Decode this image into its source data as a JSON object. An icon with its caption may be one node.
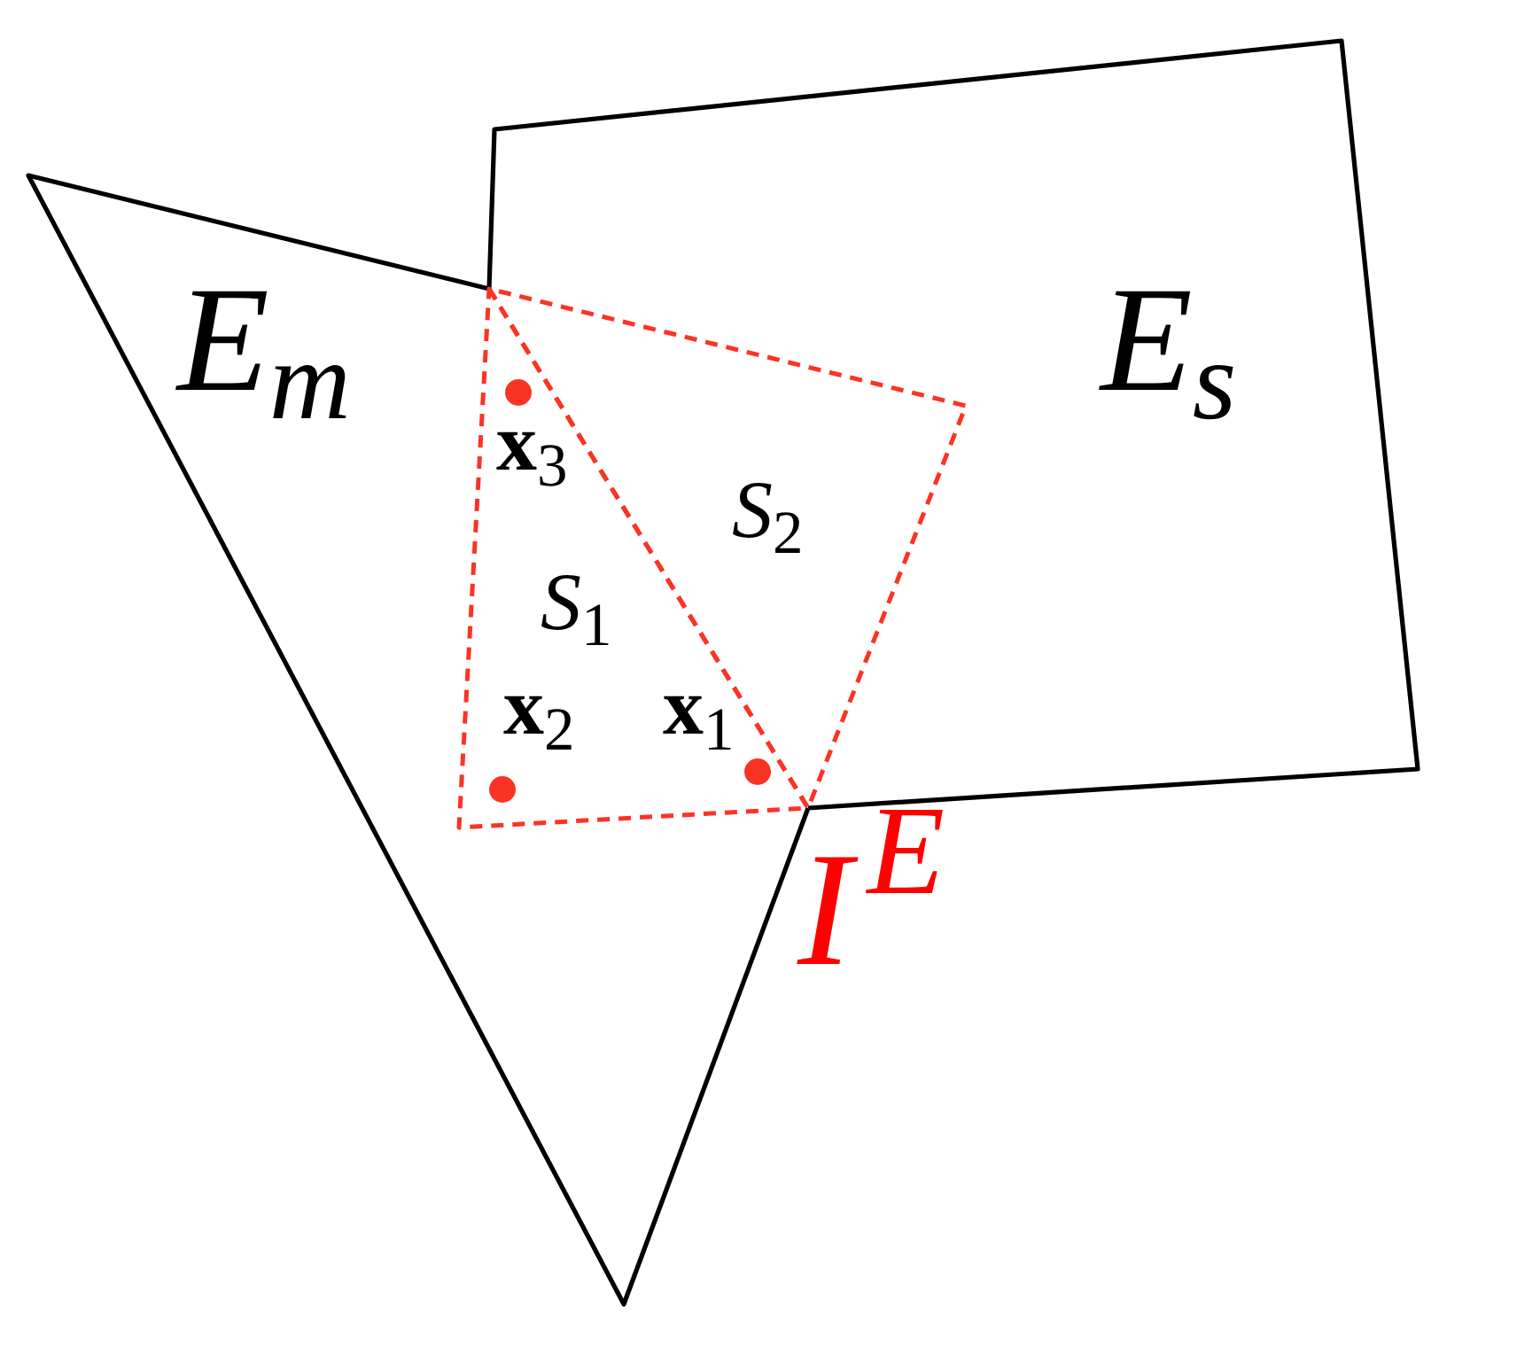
{
  "diagram": {
    "nodes": [
      {
        "text": [
          "E$_{m}$"
        ]
      },
      {
        "text": [
          "E$_{s}$"
        ]
      },
      {
        "text": [
          "*S*$_{1}$"
        ],
        "in": 0
      },
      {
        "text": [
          "*S*$_{2}$"
        ],
        "in": 1
      },
      {
        "text": [],
        "shape": "circle",
        "in": 2,
        "beside": [
          "**x**$_{3}$"
        ]
      },
      {
        "text": [],
        "shape": "circle",
        "in": 2,
        "beside": [
          "**x**$_{2}$"
        ]
      },
      {
        "text": [],
        "shape": "circle",
        "in": 2,
        "beside": [
          "**x**$_{1}$"
        ]
      }
    ],
    "labels": [
      "I$^{E}$"
    ]
  }
}
